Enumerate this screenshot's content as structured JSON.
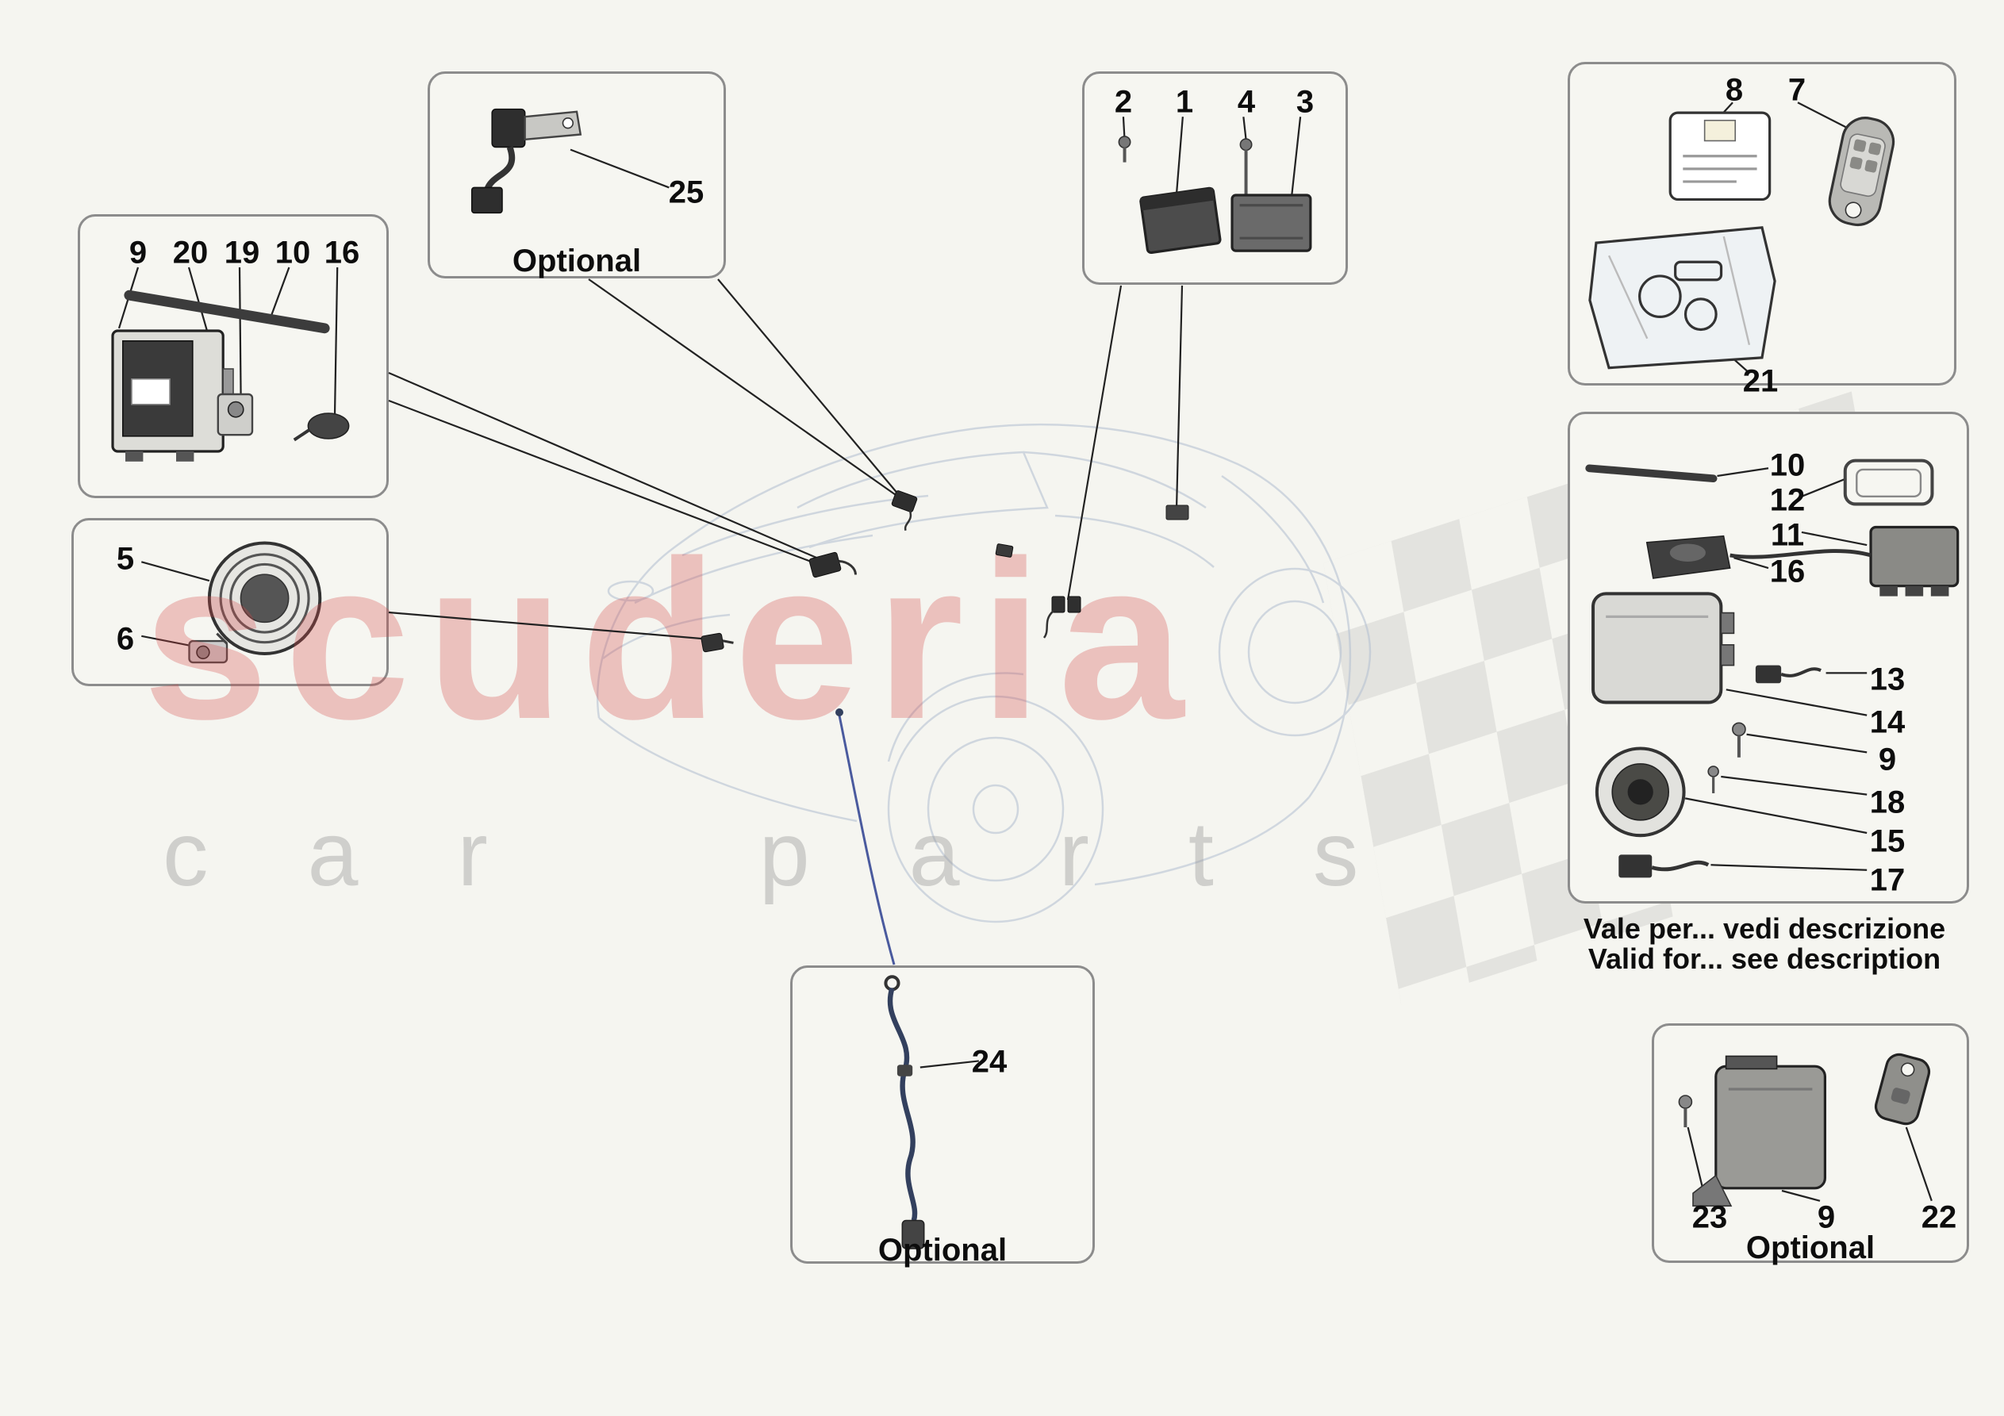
{
  "watermark": {
    "title": "scuderia",
    "subtitle": "car parts"
  },
  "boxes": {
    "tracking": {
      "l9": "9",
      "l20": "20",
      "l19": "19",
      "l10": "10",
      "l16": "16"
    },
    "siren": {
      "l5": "5",
      "l6": "6"
    },
    "optional_connector": {
      "l25": "25",
      "caption": "Optional"
    },
    "modules": {
      "l2": "2",
      "l1": "1",
      "l4": "4",
      "l3": "3"
    },
    "key_kit": {
      "l8": "8",
      "l7": "7",
      "l21": "21"
    },
    "alarm_kit": {
      "l10": "10",
      "l12": "12",
      "l11": "11",
      "l16": "16",
      "l13": "13",
      "l14": "14",
      "l9": "9",
      "l18": "18",
      "l15": "15",
      "l17": "17",
      "caption_it": "Vale per... vedi descrizione",
      "caption_en": "Valid for... see description"
    },
    "optional_ecu": {
      "l23": "23",
      "l9": "9",
      "l22": "22",
      "caption": "Optional"
    },
    "optional_cable": {
      "l24": "24",
      "caption": "Optional"
    }
  }
}
